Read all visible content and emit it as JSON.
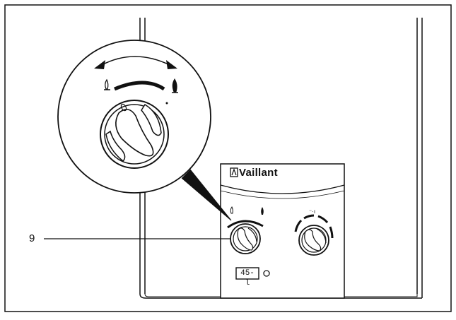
{
  "brand": {
    "name": "Vaillant"
  },
  "callout": {
    "label": "9"
  },
  "display": {
    "text": "45-l"
  },
  "colors": {
    "line": "#111111",
    "background": "#ffffff"
  },
  "icons": {
    "flame_small": "flame-small-icon",
    "flame_large": "flame-large-icon",
    "temperature_symbol": "temperature-icon",
    "brand_logo_mark": "vaillant-hare-logo-icon"
  }
}
